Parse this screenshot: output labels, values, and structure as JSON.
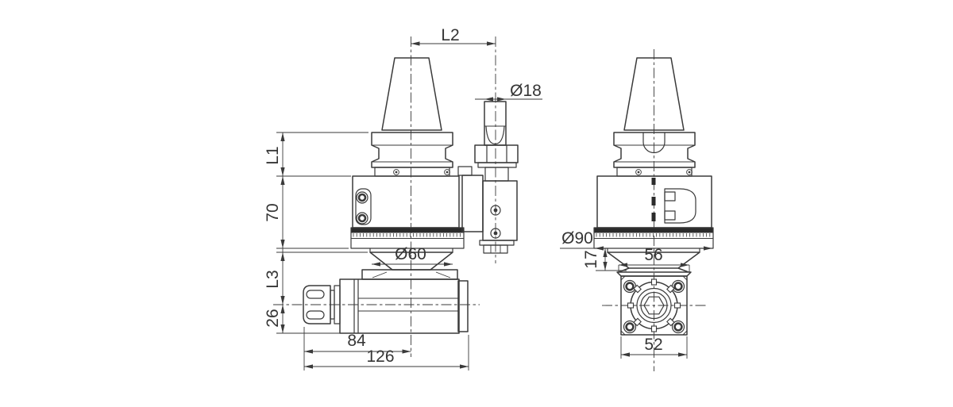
{
  "background_color": "#ffffff",
  "line_color": "#3a3a3a",
  "views": {
    "side_view": {
      "dims": {
        "l2": "L2",
        "dia18": "Ø18",
        "l1": "L1",
        "height70": "70",
        "dia60": "Ø60",
        "l3": "L3",
        "height26": "26",
        "width84": "84",
        "width126": "126"
      }
    },
    "front_view": {
      "dims": {
        "dia90": "Ø90",
        "height17": "17",
        "width56": "56",
        "width52": "52"
      }
    }
  }
}
